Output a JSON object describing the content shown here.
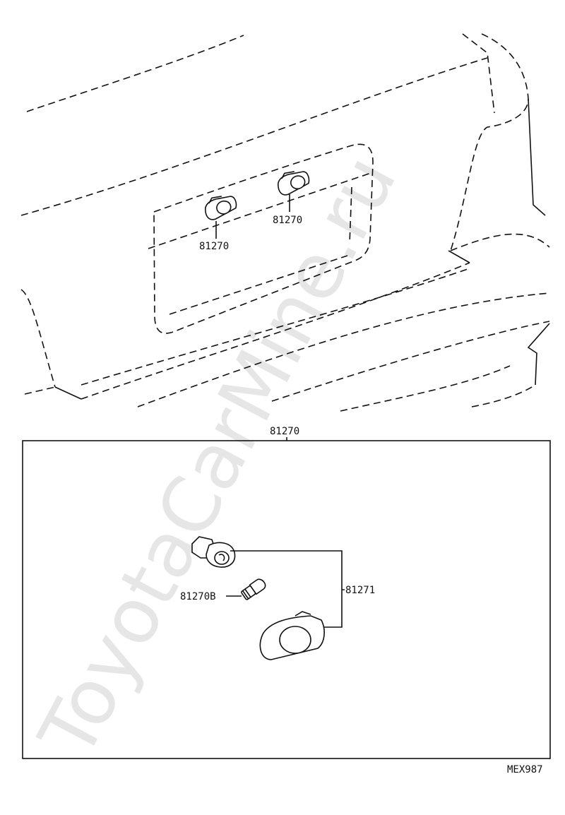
{
  "watermark": "ToyotaCarMine.ru",
  "callouts": {
    "lamp_left": "81270",
    "lamp_right": "81270",
    "assembly": "81270",
    "bulb": "81270B",
    "socket_lens": "81271"
  },
  "diagram_code": "MEX987"
}
